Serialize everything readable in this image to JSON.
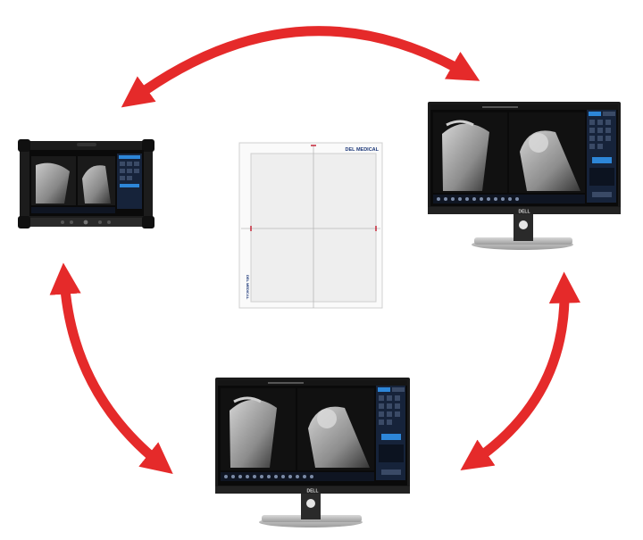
{
  "detector": {
    "brand": "DEL MEDICAL",
    "side_label": "DEL MEDICAL"
  },
  "monitor_right": {
    "brand": "DELL"
  },
  "monitor_bottom": {
    "brand": "DELL"
  },
  "colors": {
    "arrow": "#e52a2a",
    "device_body": "#1c1c1c",
    "screen_bg": "#0a0a0a",
    "panel_bg": "#16233a",
    "accent_blue": "#2d86d8",
    "stand": "#2a2a2a",
    "base": "#bfbfbf",
    "detector_face": "#eeeeee",
    "crosshair": "#c0192c"
  }
}
